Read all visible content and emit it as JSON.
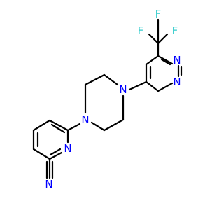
{
  "colors": {
    "bond": "#000000",
    "N": "#0000ff",
    "F": "#33cccc",
    "C": "#000000"
  },
  "atoms": {
    "f_left": "F",
    "f_top": "F",
    "f_right": "F",
    "n_pyrimidine_top": "N",
    "n_pyrimidine_bottom": "N",
    "n_piperazine_right": "N",
    "n_piperazine_left": "N",
    "n_pyridine": "N",
    "n_nitrile": "N"
  }
}
